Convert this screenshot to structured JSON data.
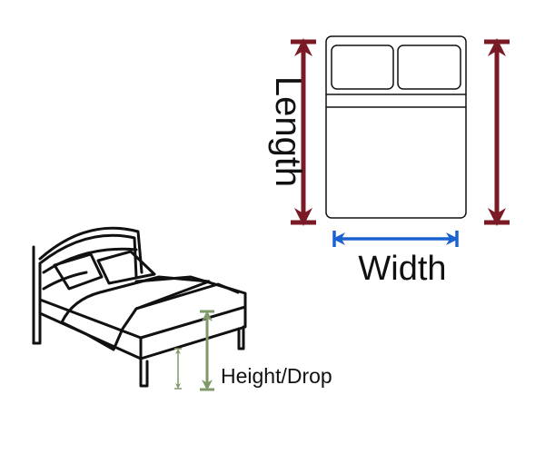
{
  "labels": {
    "length": "Length",
    "width": "Width",
    "height_drop": "Height/Drop"
  },
  "colors": {
    "length_arrow": "#7a1a24",
    "width_arrow": "#1a62d0",
    "height_arrow": "#7f9a68",
    "outline": "#111111"
  }
}
